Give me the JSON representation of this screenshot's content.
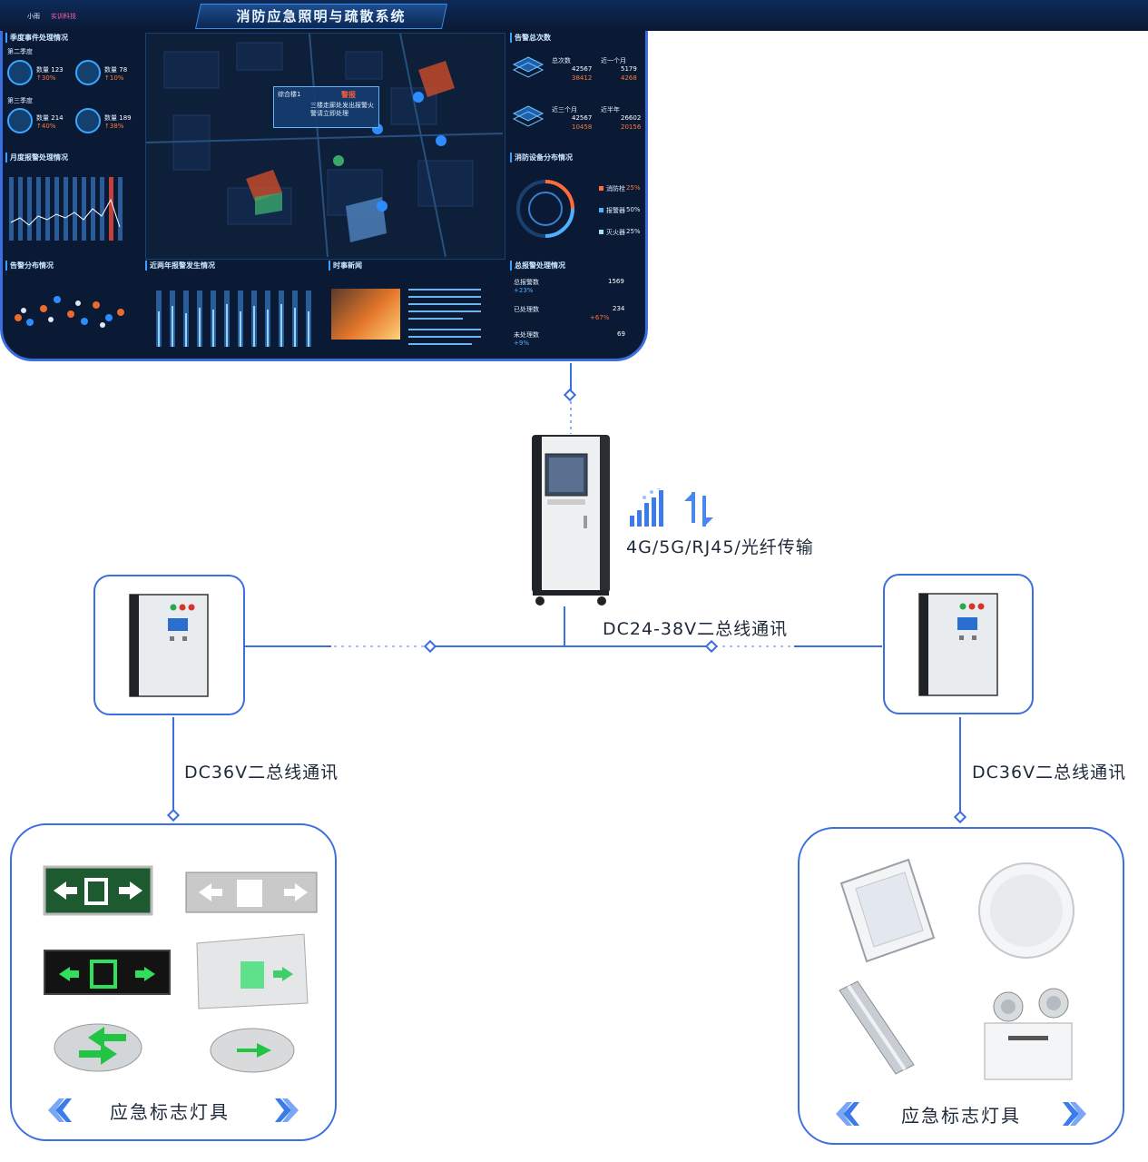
{
  "dashboard": {
    "title": "消防应急照明与疏散系统",
    "weather": "小雨",
    "brand": "实训科技",
    "panels": {
      "quarterly": {
        "title": "季度事件处理情况",
        "q2": "第二季度",
        "q3": "第三季度",
        "items": [
          {
            "label": "数量",
            "value": "123",
            "change": "↑30%"
          },
          {
            "label": "数量",
            "value": "78",
            "change": "↑10%"
          },
          {
            "label": "数量",
            "value": "214",
            "change": "↑40%"
          },
          {
            "label": "数量",
            "value": "189",
            "change": "↑38%"
          }
        ]
      },
      "monthly": {
        "title": "月度报警处理情况"
      },
      "alarm_dist": {
        "title": "告警分布情况"
      },
      "two_year": {
        "title": "近两年报警发生情况"
      },
      "news": {
        "title": "时事新闻"
      },
      "alarm_total": {
        "title": "告警总次数",
        "rows": [
          {
            "l1": "总次数",
            "v1a": "42567",
            "v1b": "38412",
            "l2": "近一个月",
            "v2a": "5179",
            "v2b": "4268"
          },
          {
            "l1": "近三个月",
            "v1a": "42567",
            "v1b": "10458",
            "l2": "近半年",
            "v2a": "26602",
            "v2b": "20156"
          }
        ]
      },
      "devices": {
        "title": "消防设备分布情况",
        "items": [
          {
            "name": "消防栓",
            "pct": "25%"
          },
          {
            "name": "报警器",
            "pct": "50%"
          },
          {
            "name": "灭火器",
            "pct": "25%"
          }
        ]
      },
      "total_alarm": {
        "title": "总报警处理情况",
        "items": [
          {
            "name": "总报警数",
            "value": "1569",
            "pct": "+23%"
          },
          {
            "name": "已处理数",
            "value": "234",
            "pct": "+67%"
          },
          {
            "name": "未处理数",
            "value": "69",
            "pct": "+9%"
          }
        ]
      },
      "map": {
        "popup_title": "综合楼1",
        "alarm": "警报",
        "popup_text": "三楼走廊处发出报警火警请立即处理"
      }
    }
  },
  "links": {
    "transmission": "4G/5G/RJ45/光纤传输",
    "main_bus": "DC24-38V二总线通讯",
    "left_bus": "DC36V二总线通讯",
    "right_bus": "DC36V二总线通讯"
  },
  "groups": {
    "left_caption": "应急标志灯具",
    "right_caption": "应急标志灯具"
  },
  "colors": {
    "accent": "#3b6fe0",
    "line": "#3b6fe0",
    "exit_green": "#1aa84a",
    "dash_bg": "#0a1a35"
  }
}
